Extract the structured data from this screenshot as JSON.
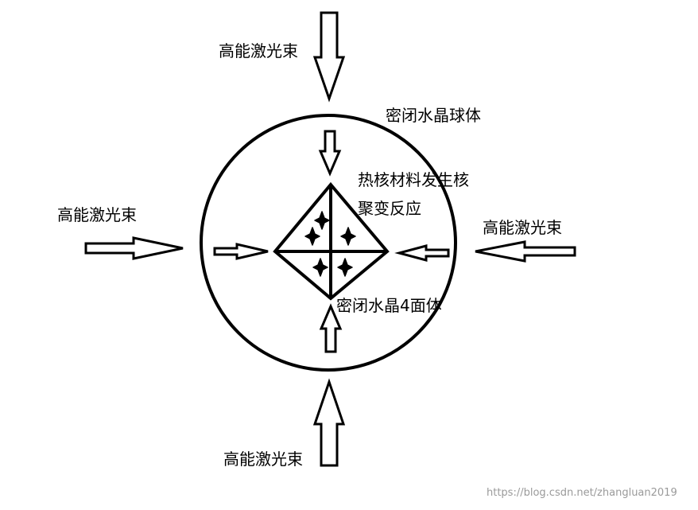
{
  "labels": {
    "laser_top": "高能激光束",
    "laser_left": "高能激光束",
    "laser_right": "高能激光束",
    "laser_bottom": "高能激光束",
    "sphere": "密闭水晶球体",
    "reaction_line1": "热核材料发生核",
    "reaction_line2": "聚变反应",
    "tetrahedron": "密闭水晶4面体"
  },
  "watermark": "https://blog.csdn.net/zhangluan2019",
  "colors": {
    "stroke": "#000000",
    "background": "#ffffff",
    "watermark": "#9a9a9a"
  }
}
